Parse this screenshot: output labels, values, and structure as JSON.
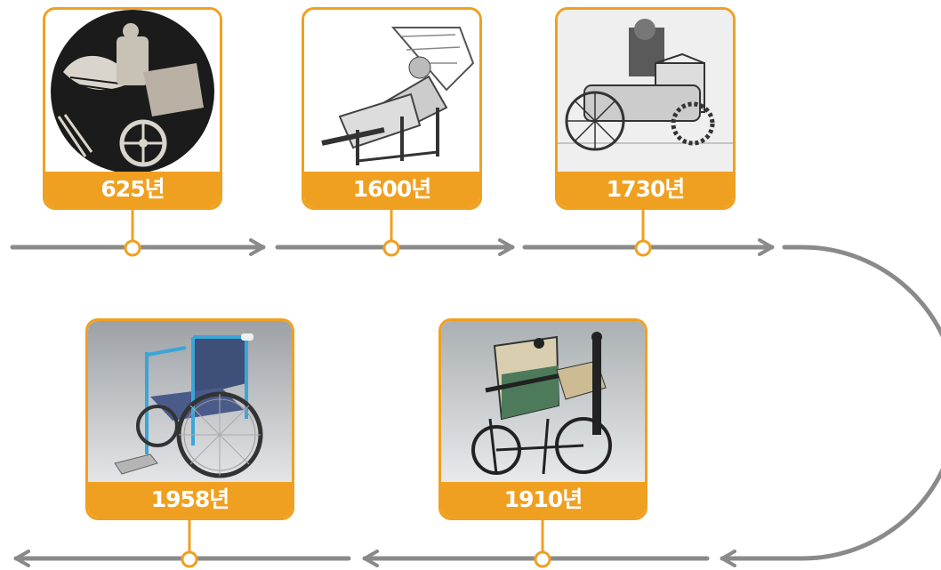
{
  "colors": {
    "accent": "#f0a020",
    "line": "#8a8a8a"
  },
  "milestones": [
    {
      "year": "625년",
      "image": "ancient-winged-chariot-illustration"
    },
    {
      "year": "1600년",
      "image": "reclining-chair-engraving"
    },
    {
      "year": "1730년",
      "image": "wheeled-chair-engraving"
    },
    {
      "year": "1910년",
      "image": "green-wooden-wheelchair-photo"
    },
    {
      "year": "1958년",
      "image": "blue-folding-wheelchair-photo"
    }
  ]
}
